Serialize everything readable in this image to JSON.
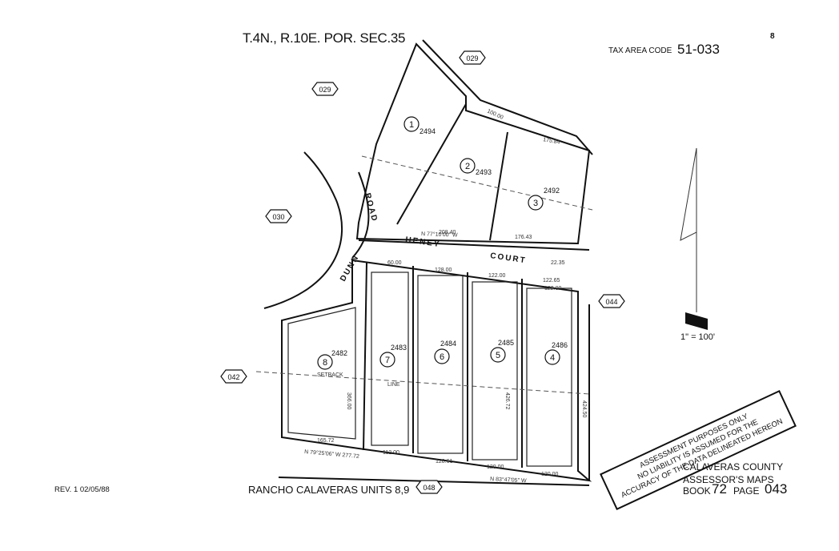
{
  "header": {
    "title": "T.4N., R.10E. POR. SEC.35",
    "tax_area_label": "TAX AREA CODE",
    "tax_area_code": "51-033",
    "sheet_number": "8"
  },
  "footer": {
    "revision": "REV.   1 02/05/88",
    "subdivision": "RANCHO CALAVERAS UNITS 8,9",
    "county_line1": "CALAVERAS COUNTY",
    "county_line2": "ASSESSOR'S MAPS",
    "book_label": "BOOK",
    "book_number": "72",
    "page_label": "PAGE",
    "page_number": "043"
  },
  "disclaimer": {
    "line1": "ASSESSMENT PURPOSES ONLY",
    "line2": "NO LIABILITY IS ASSUMED FOR THE",
    "line3": "ACCURACY OF THE DATA DELINEATED HEREON"
  },
  "scale": "1\" = 100'",
  "roads": {
    "dunn_road_1": "ROAD",
    "dunn_road_2": "DUNN",
    "heney_1": "HENEY",
    "heney_2": "COURT"
  },
  "adjacent_pages": {
    "p029a": "029",
    "p029b": "029",
    "p030": "030",
    "p044": "044",
    "p042": "042",
    "p048": "048"
  },
  "parcels": {
    "p1": {
      "num": "1",
      "apn": "2494"
    },
    "p2": {
      "num": "2",
      "apn": "2493"
    },
    "p3": {
      "num": "3",
      "apn": "2492"
    },
    "p4": {
      "num": "4",
      "apn": "2486"
    },
    "p5": {
      "num": "5",
      "apn": "2485"
    },
    "p6": {
      "num": "6",
      "apn": "2484"
    },
    "p7": {
      "num": "7",
      "apn": "2483"
    },
    "p8": {
      "num": "8",
      "apn": "2482"
    }
  },
  "dimensions": {
    "d1": "175.84",
    "d2": "208.40",
    "d3": "176.43",
    "d4": "22.35",
    "d5": "N 77°10'00\" W",
    "d6": "60.00",
    "d7": "128.00",
    "d8": "122.00",
    "d9": "122.65",
    "d10": "122.00",
    "d11": "165.72",
    "d12": "112.00",
    "d13": "128.61",
    "d14": "120.00",
    "d15": "120.00",
    "d16": "N 79°25'06\" W  277.72",
    "d17": "N 83°47'05\" W",
    "d18": "366.00",
    "d19": "426.72",
    "d20": "424.50",
    "d21": "SETBACK",
    "d22": "LINE",
    "d23": "100.00"
  }
}
